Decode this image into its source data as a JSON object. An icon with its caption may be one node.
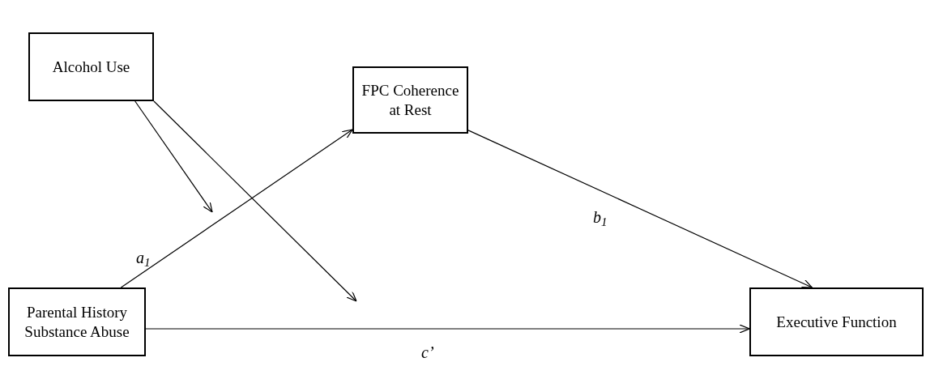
{
  "diagram": {
    "nodes": [
      {
        "text": [
          "Alcohol Use"
        ]
      },
      {
        "text": [
          "FPC Coherence at Rest"
        ]
      },
      {
        "text": [
          "Parental History Substance Abuse"
        ]
      },
      {
        "text": [
          "Executive Function"
        ]
      }
    ],
    "edges": [
      {
        "from": 2,
        "to": 1,
        "arrow": "to",
        "label": "a$_{1}$"
      },
      {
        "from": 1,
        "to": 3,
        "arrow": "to",
        "label": "b$_{1}$"
      },
      {
        "from": 2,
        "to": 3,
        "arrow": "to",
        "label": "c’"
      },
      {
        "from": 0,
        "to": null,
        "arrow": "to"
      },
      {
        "from": 0,
        "to": null,
        "arrow": "to"
      }
    ]
  }
}
